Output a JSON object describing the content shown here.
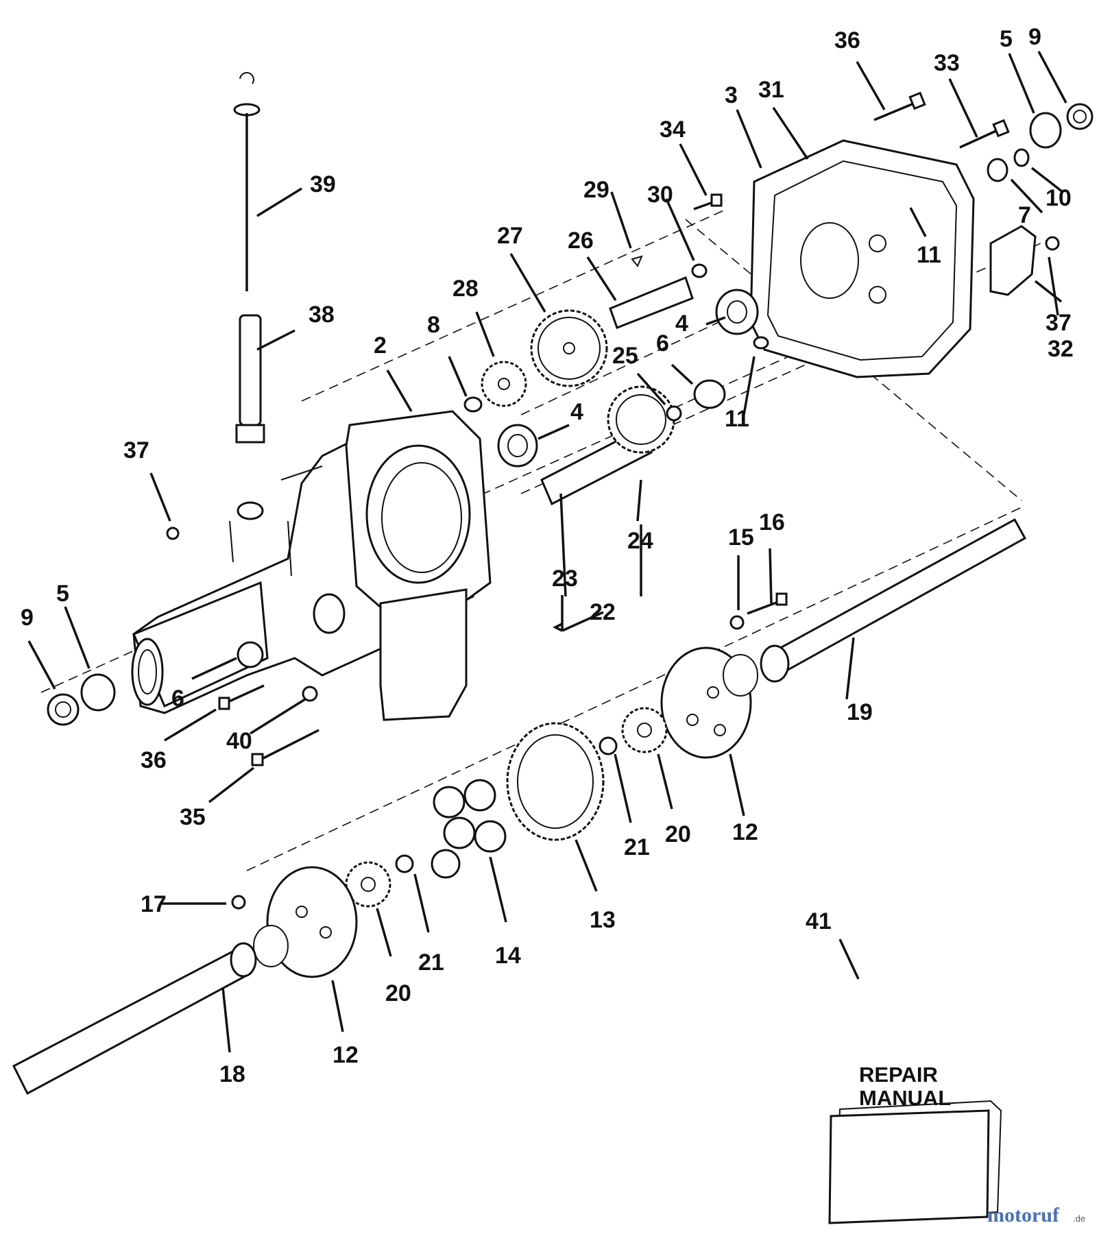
{
  "callouts": [
    {
      "id": "c36a",
      "text": "36"
    },
    {
      "id": "c33",
      "text": "33"
    },
    {
      "id": "c5a",
      "text": "5"
    },
    {
      "id": "c9a",
      "text": "9"
    },
    {
      "id": "c3",
      "text": "3"
    },
    {
      "id": "c31",
      "text": "31"
    },
    {
      "id": "c34",
      "text": "34"
    },
    {
      "id": "c39",
      "text": "39"
    },
    {
      "id": "c29",
      "text": "29"
    },
    {
      "id": "c30",
      "text": "30"
    },
    {
      "id": "c10",
      "text": "10"
    },
    {
      "id": "c7",
      "text": "7"
    },
    {
      "id": "c27",
      "text": "27"
    },
    {
      "id": "c26",
      "text": "26"
    },
    {
      "id": "c11a",
      "text": "11"
    },
    {
      "id": "c28",
      "text": "28"
    },
    {
      "id": "c38",
      "text": "38"
    },
    {
      "id": "c37a",
      "text": "37"
    },
    {
      "id": "c4a",
      "text": "4"
    },
    {
      "id": "c8",
      "text": "8"
    },
    {
      "id": "c32",
      "text": "32"
    },
    {
      "id": "c6a",
      "text": "6"
    },
    {
      "id": "c25",
      "text": "25"
    },
    {
      "id": "c2",
      "text": "2"
    },
    {
      "id": "c11b",
      "text": "11"
    },
    {
      "id": "c4b",
      "text": "4"
    },
    {
      "id": "c37b",
      "text": "37"
    },
    {
      "id": "c24",
      "text": "24"
    },
    {
      "id": "c15",
      "text": "15"
    },
    {
      "id": "c16",
      "text": "16"
    },
    {
      "id": "c23",
      "text": "23"
    },
    {
      "id": "c22",
      "text": "22"
    },
    {
      "id": "c9b",
      "text": "9"
    },
    {
      "id": "c5b",
      "text": "5"
    },
    {
      "id": "c19",
      "text": "19"
    },
    {
      "id": "c6b",
      "text": "6"
    },
    {
      "id": "c36b",
      "text": "36"
    },
    {
      "id": "c40",
      "text": "40"
    },
    {
      "id": "c35",
      "text": "35"
    },
    {
      "id": "c21a",
      "text": "21"
    },
    {
      "id": "c20a",
      "text": "20"
    },
    {
      "id": "c12a",
      "text": "12"
    },
    {
      "id": "c13",
      "text": "13"
    },
    {
      "id": "c17",
      "text": "17"
    },
    {
      "id": "c14",
      "text": "14"
    },
    {
      "id": "c21b",
      "text": "21"
    },
    {
      "id": "c20b",
      "text": "20"
    },
    {
      "id": "c41",
      "text": "41"
    },
    {
      "id": "c12b",
      "text": "12"
    },
    {
      "id": "c18",
      "text": "18"
    }
  ],
  "manual": {
    "line1": "REPAIR",
    "line2": "MANUAL"
  },
  "watermark": {
    "brand": "motoruf",
    "tld": ".de"
  }
}
